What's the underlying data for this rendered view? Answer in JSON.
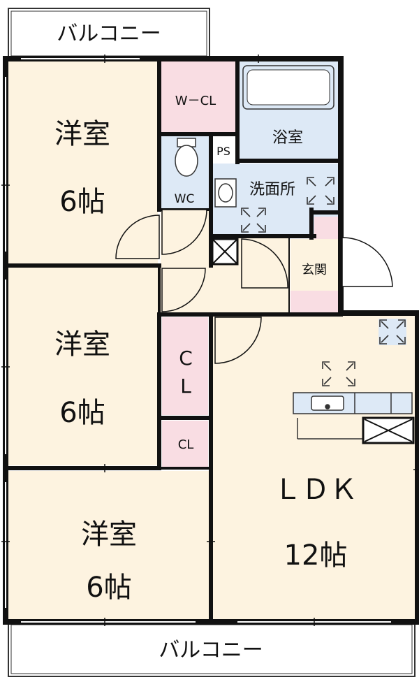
{
  "colors": {
    "wall": "#111111",
    "room_beige": "#fdf3e0",
    "wet_blue": "#dde9f6",
    "storage_pink": "#f9dde3",
    "balcony": "#ffffff",
    "counter_blue": "#dde9f6"
  },
  "balcony": {
    "top_label": "バルコニー",
    "bottom_label": "バルコニー"
  },
  "rooms": {
    "western_1": {
      "name": "洋室",
      "size": "6帖"
    },
    "western_2": {
      "name": "洋室",
      "size": "6帖"
    },
    "western_3": {
      "name": "洋室",
      "size": "6帖"
    },
    "ldk": {
      "name": "ＬＤＫ",
      "size": "12帖"
    },
    "wcl": {
      "name": "W－CL"
    },
    "bath": {
      "name": "浴室"
    },
    "ps": {
      "name": "PS"
    },
    "wc": {
      "name": "WC"
    },
    "washroom": {
      "name": "洗面所"
    },
    "entrance": {
      "name": "玄関"
    },
    "closet_1": {
      "name_top": "C",
      "name_bottom": "L"
    },
    "closet_2": {
      "name": "CL"
    }
  }
}
